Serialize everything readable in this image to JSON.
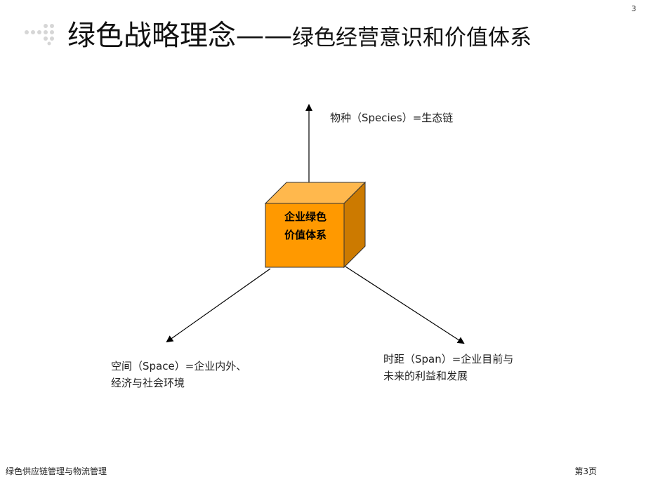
{
  "page_number": "3",
  "title": {
    "main": "绿色战略理念——",
    "sub": "绿色经营意识和价值体系"
  },
  "diagram": {
    "center": {
      "line1": "企业绿色",
      "line2": "价值体系"
    },
    "top_label": "物种（Species）=生态链",
    "left_label": {
      "line1": "空间（Space）=企业内外、",
      "line2": "经济与社会环境"
    },
    "right_label": {
      "line1": "时距（Span）=企业目前与",
      "line2": "未来的利益和发展"
    }
  },
  "footer": {
    "left": "绿色供应链管理与物流管理",
    "right": "第3页"
  },
  "colors": {
    "cube_front": "#ff9900",
    "cube_top": "#ffb84d",
    "cube_side": "#cc7a00",
    "decor_green": "#c8d8a8"
  }
}
